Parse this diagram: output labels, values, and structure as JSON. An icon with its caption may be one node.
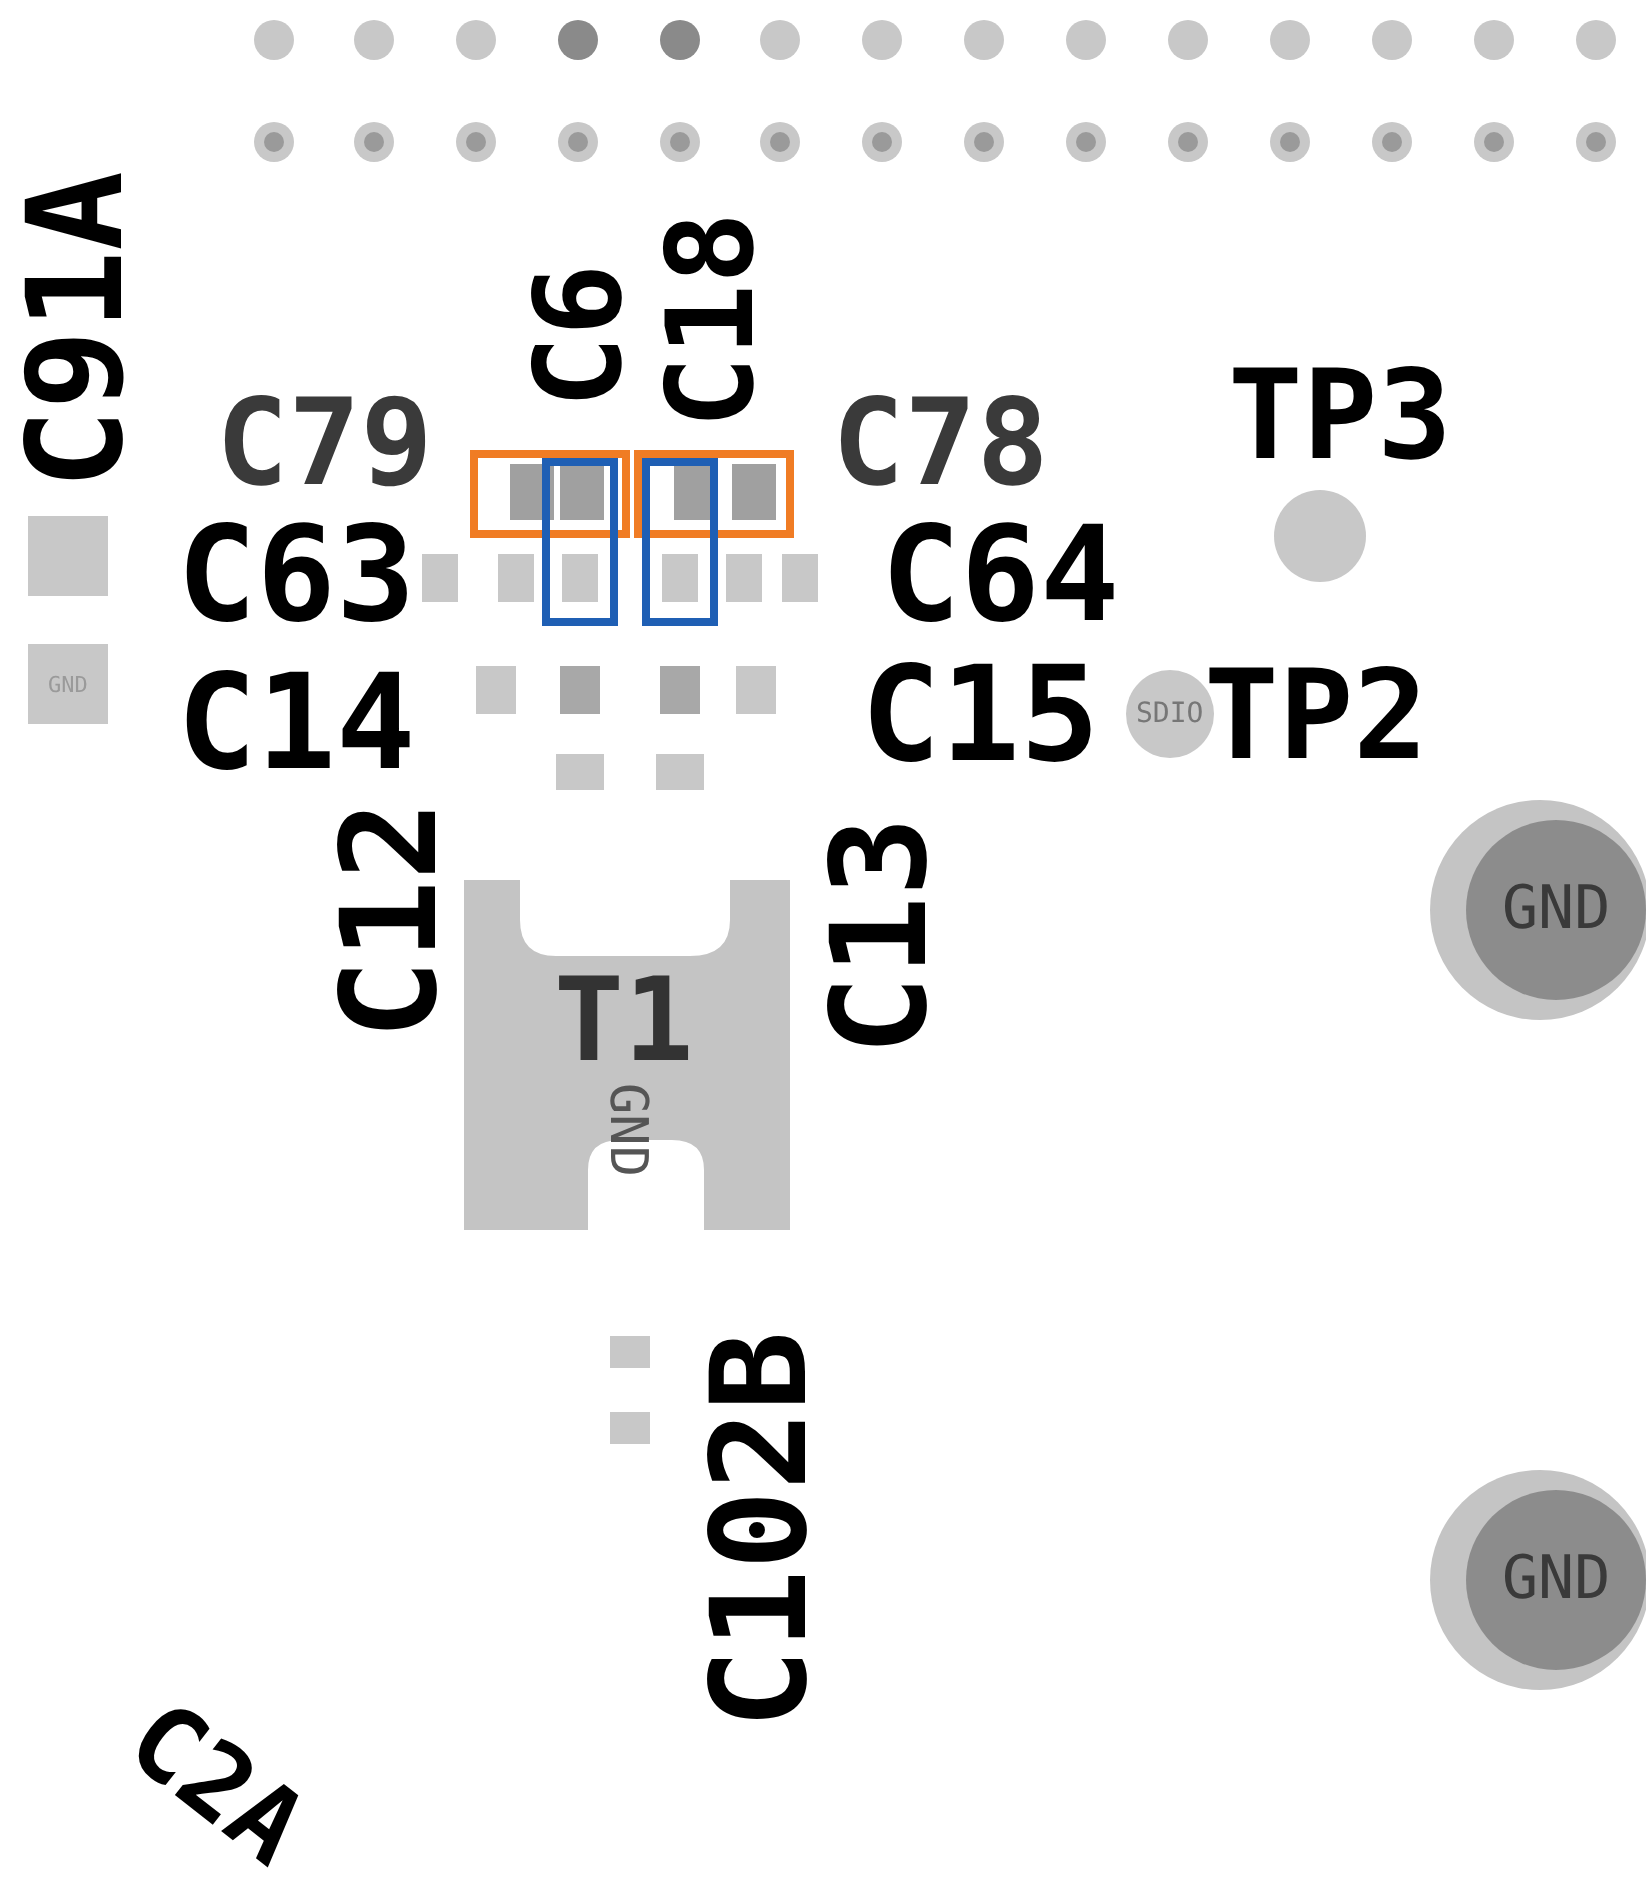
{
  "diagram": {
    "labels": [
      "C91A",
      "C79",
      "C6",
      "C18",
      "C78",
      "TP3",
      "C63",
      "C64",
      "GND",
      "C14",
      "C15",
      "SDIO",
      "TP2",
      "GND",
      "C12",
      "T1",
      "GND",
      "C13",
      "C102B",
      "GND",
      "C2A"
    ]
  }
}
